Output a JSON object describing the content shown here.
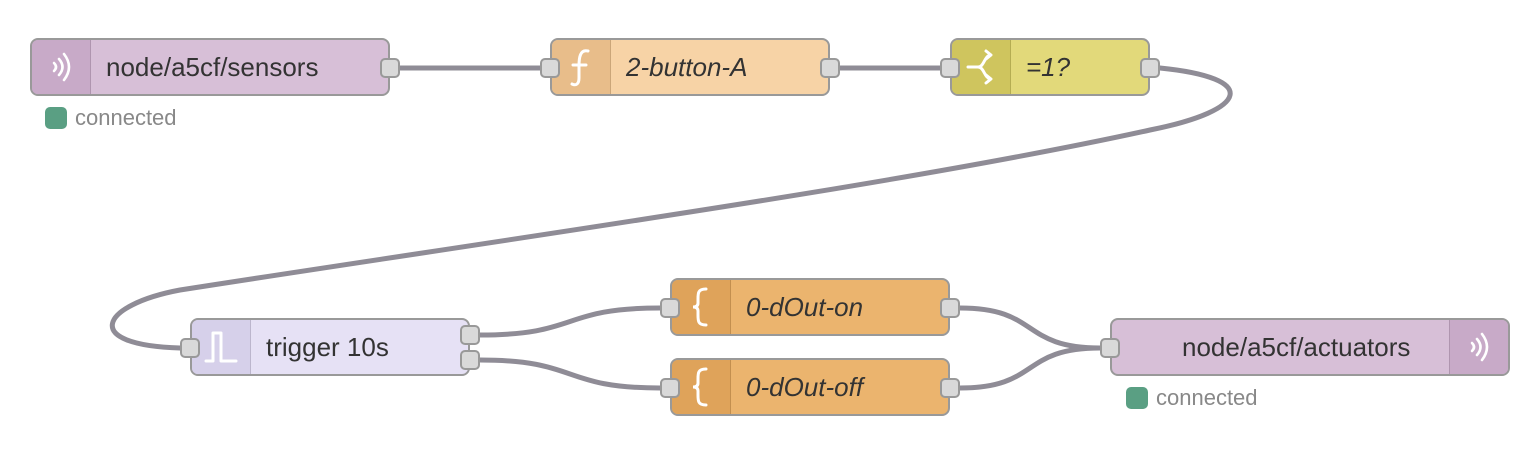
{
  "colors": {
    "mqtt": "#d7bfd7",
    "mqtt_icon": "#c8aac8",
    "function": "#f7d3a6",
    "function_icon": "#e8bd8a",
    "switch": "#e2d97a",
    "switch_icon": "#cfc55e",
    "trigger": "#e6e1f5",
    "trigger_icon": "#d6d0ea",
    "template": "#ebb46e",
    "template_icon": "#dfa35a",
    "wire": "#8f8c96",
    "status_ok": "#5a9f83"
  },
  "nodes": {
    "sensors": {
      "label": "node/a5cf/sensors",
      "icon": "mqtt-icon",
      "status": "connected"
    },
    "button": {
      "label": "2-button-A",
      "icon": "function-icon"
    },
    "switch": {
      "label": "=1?",
      "icon": "switch-icon"
    },
    "trigger": {
      "label": "trigger 10s",
      "icon": "trigger-icon"
    },
    "on": {
      "label": "0-dOut-on",
      "icon": "template-icon"
    },
    "off": {
      "label": "0-dOut-off",
      "icon": "template-icon"
    },
    "actuators": {
      "label": "node/a5cf/actuators",
      "icon": "mqtt-icon",
      "status": "connected"
    }
  }
}
